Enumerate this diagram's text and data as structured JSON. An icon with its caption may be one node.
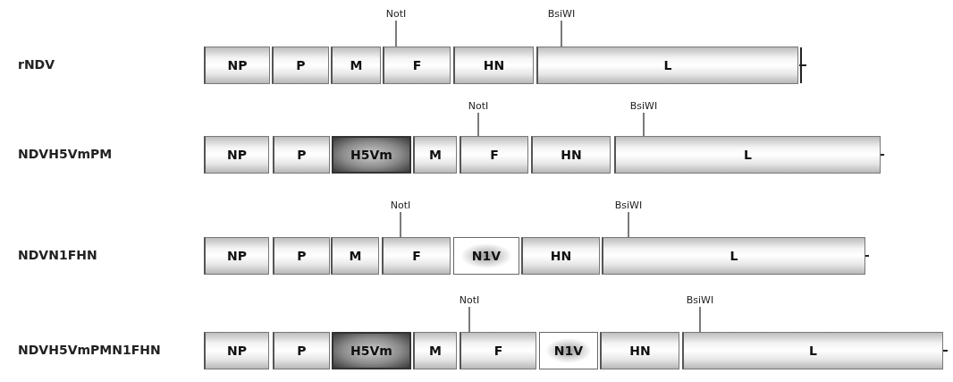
{
  "diagram": {
    "nodes": [
      {
        "text": [
          "NotI"
        ]
      },
      {
        "text": [
          "BsiWI"
        ]
      },
      {
        "text": [
          "NP"
        ]
      },
      {
        "text": [
          "P"
        ]
      },
      {
        "text": [
          "M"
        ]
      },
      {
        "text": [
          "F"
        ]
      },
      {
        "text": [
          "HN"
        ]
      },
      {
        "text": [
          "L"
        ]
      },
      {
        "text": [
          "NotI"
        ]
      },
      {
        "text": [
          "BsiWI"
        ]
      },
      {
        "text": [
          "NP"
        ]
      },
      {
        "text": [
          "P"
        ]
      },
      {
        "text": [
          "H5Vm"
        ]
      },
      {
        "text": [
          "M"
        ]
      },
      {
        "text": [
          "F"
        ]
      },
      {
        "text": [
          "HN"
        ]
      },
      {
        "text": [
          "L"
        ]
      },
      {
        "text": [
          "NotI"
        ]
      },
      {
        "text": [
          "BsiWI"
        ]
      },
      {
        "text": [
          "NP"
        ]
      },
      {
        "text": [
          "P"
        ]
      },
      {
        "text": [
          "M"
        ]
      },
      {
        "text": [
          "F"
        ]
      },
      {
        "text": [
          "N1V"
        ]
      },
      {
        "text": [
          "HN"
        ]
      },
      {
        "text": [
          "L"
        ]
      },
      {
        "text": [
          "NotI"
        ]
      },
      {
        "text": [
          "BsiWI"
        ]
      },
      {
        "text": [
          "NP"
        ]
      },
      {
        "text": [
          "P"
        ]
      },
      {
        "text": [
          "H5Vm"
        ]
      },
      {
        "text": [
          "M"
        ]
      },
      {
        "text": [
          "F"
        ]
      },
      {
        "text": [
          "N1V"
        ]
      },
      {
        "text": [
          "HN"
        ]
      },
      {
        "text": [
          "L"
        ]
      }
    ],
    "edges": [
      {
        "from": 0,
        "to": 5,
        "arrow": "none"
      },
      {
        "from": 1,
        "to": 7,
        "arrow": "none"
      },
      {
        "from": 8,
        "to": 14,
        "arrow": "none"
      },
      {
        "from": 9,
        "to": 16,
        "arrow": "none"
      },
      {
        "from": 17,
        "to": 22,
        "arrow": "none"
      },
      {
        "from": 18,
        "to": 25,
        "arrow": "none"
      },
      {
        "from": 26,
        "to": 32,
        "arrow": "none"
      },
      {
        "from": 27,
        "to": 35,
        "arrow": "none"
      }
    ],
    "labels": [
      "rNDV",
      "NDVH5VmPM",
      "NDVN1FHN",
      "NDVH5VmPMN1FHN"
    ]
  }
}
